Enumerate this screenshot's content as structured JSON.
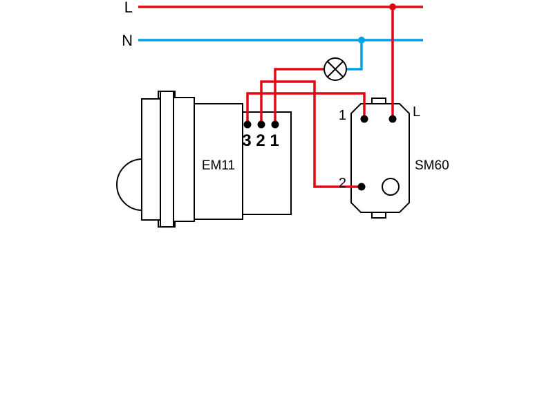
{
  "diagram": {
    "type": "electrical-wiring-diagram",
    "live_label": "L",
    "neutral_label": "N",
    "colors": {
      "live_wire": "#e30613",
      "neutral_wire": "#00a0e9",
      "outline": "#000000",
      "background": "#ffffff"
    },
    "icons": {
      "lamp": "circle-with-diagonal-cross"
    },
    "sensor": {
      "label": "EM11",
      "terminals": [
        "3",
        "2",
        "1"
      ]
    },
    "switch": {
      "label": "SM60",
      "terminal_top": "1",
      "terminal_bottom": "2",
      "line_terminal": "L"
    }
  }
}
